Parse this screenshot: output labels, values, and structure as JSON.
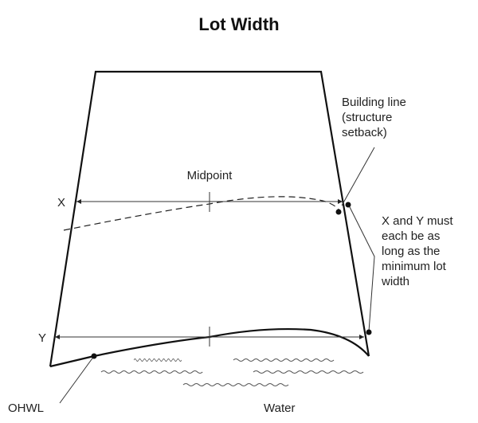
{
  "title": "Lot Width",
  "labels": {
    "building_line": [
      "Building line",
      "(structure",
      "setback)"
    ],
    "midpoint": "Midpoint",
    "x": "X",
    "y": "Y",
    "note": [
      "X and Y must",
      "each be as",
      "long as the",
      "minimum lot",
      "width"
    ],
    "ohwl": "OHWL",
    "water": "Water"
  }
}
